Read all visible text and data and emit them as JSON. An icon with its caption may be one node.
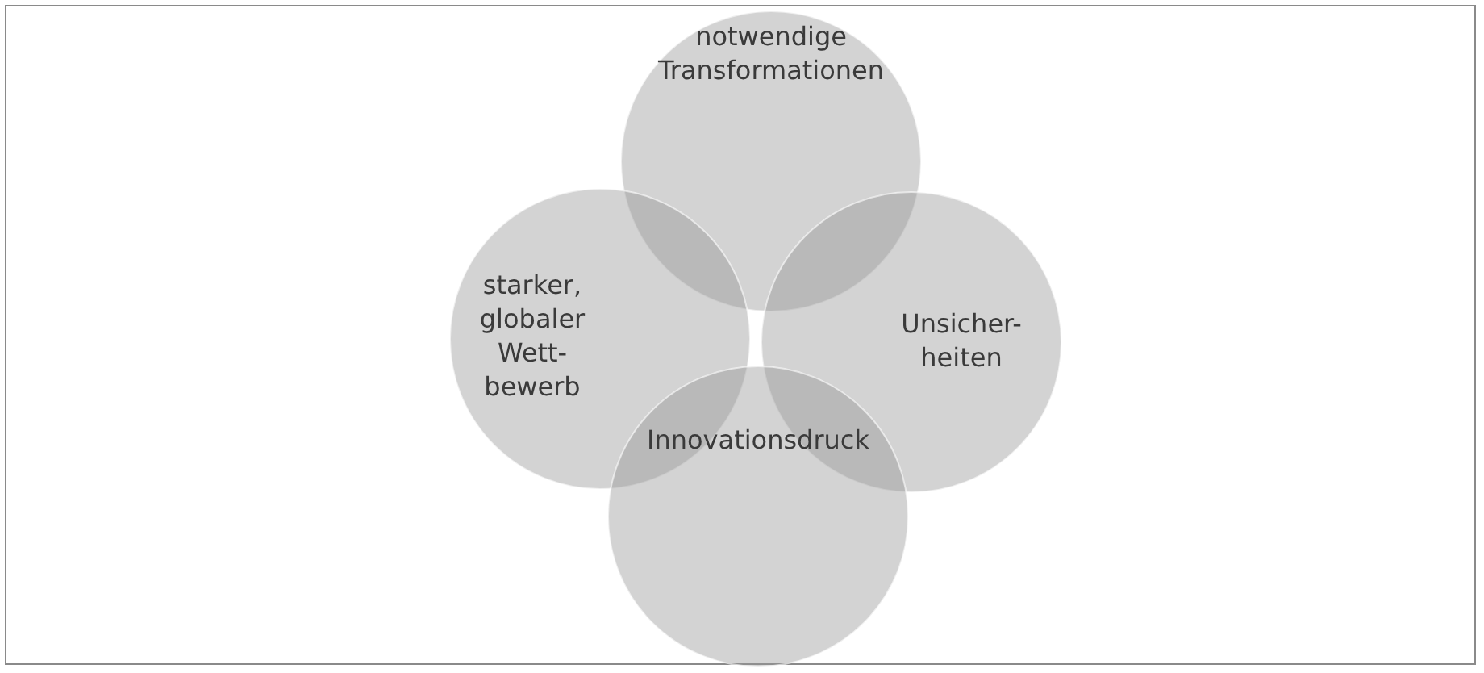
{
  "diagram": {
    "nodes": [
      {
        "text": [
          "notwendige Transformationen"
        ]
      },
      {
        "text": [
          "starker, globaler Wett-bewerb"
        ]
      },
      {
        "text": [
          "Unsicher-heiten"
        ]
      },
      {
        "text": [
          "Innovationsdruck"
        ]
      }
    ]
  }
}
